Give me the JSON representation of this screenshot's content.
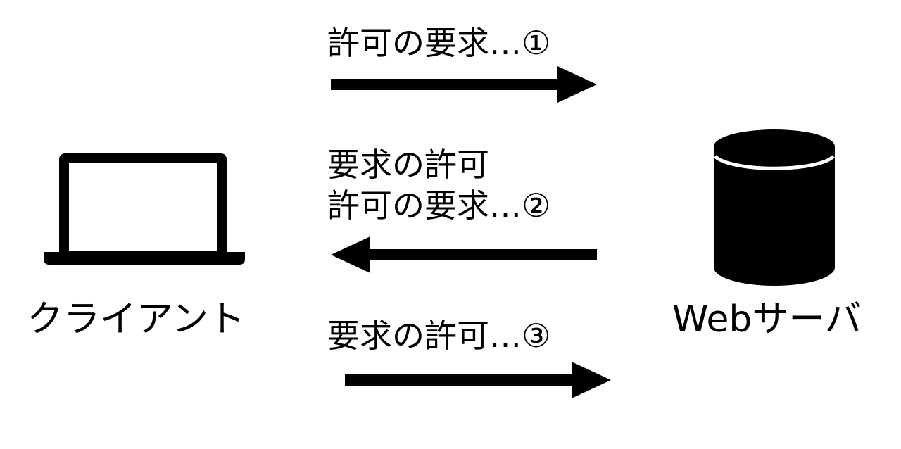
{
  "nodes": {
    "client": {
      "label": "クライアント",
      "icon": "laptop-icon"
    },
    "server": {
      "label": "Webサーバ",
      "icon": "database-icon"
    }
  },
  "messages": [
    {
      "lines": [
        "許可の要求…①"
      ],
      "direction": "right"
    },
    {
      "lines": [
        "要求の許可",
        "許可の要求…②"
      ],
      "direction": "left"
    },
    {
      "lines": [
        "要求の許可…③"
      ],
      "direction": "right"
    }
  ],
  "colors": {
    "ink": "#000000",
    "background": "#ffffff"
  }
}
